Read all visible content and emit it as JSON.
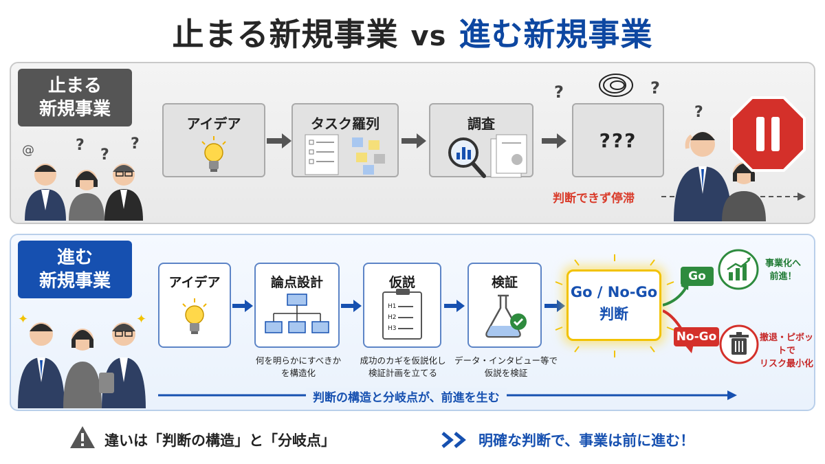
{
  "title": {
    "stop": "止まる新規事業",
    "vs": "vs",
    "go": "進む新規事業"
  },
  "top": {
    "label_line1": "止まる",
    "label_line2": "新規事業",
    "steps": [
      "アイデア",
      "タスク羅列",
      "調査",
      "???"
    ],
    "stall_text": "判断できず停滞"
  },
  "bottom": {
    "label_line1": "進む",
    "label_line2": "新規事業",
    "steps": [
      {
        "label": "アイデア",
        "caption1": "",
        "caption2": ""
      },
      {
        "label": "論点設計",
        "caption1": "何を明らかにすべきか",
        "caption2": "を構造化"
      },
      {
        "label": "仮説",
        "caption1": "成功のカギを仮説化し",
        "caption2": "検証計画を立てる"
      },
      {
        "label": "検証",
        "caption1": "データ・インタビュー等で",
        "caption2": "仮説を検証"
      }
    ],
    "hypothesis_items": [
      "H1",
      "H2",
      "H3"
    ],
    "decision_line1": "Go / No-Go",
    "decision_line2": "判断",
    "go_label": "Go",
    "nogo_label": "No-Go",
    "go_result_line1": "事業化へ",
    "go_result_line2": "前進！",
    "nogo_result_line1": "撤退・ピボットで",
    "nogo_result_line2": "リスク最小化",
    "flow_text": "判断の構造と分岐点が、前進を生む"
  },
  "footer": {
    "left": "違いは「判断の構造」と「分岐点」",
    "right": "明確な判断で、事業は前に進む！"
  },
  "colors": {
    "blue": "#1650b0",
    "red": "#d4302a",
    "green": "#2e8b3e",
    "yellow": "#f2c200"
  }
}
